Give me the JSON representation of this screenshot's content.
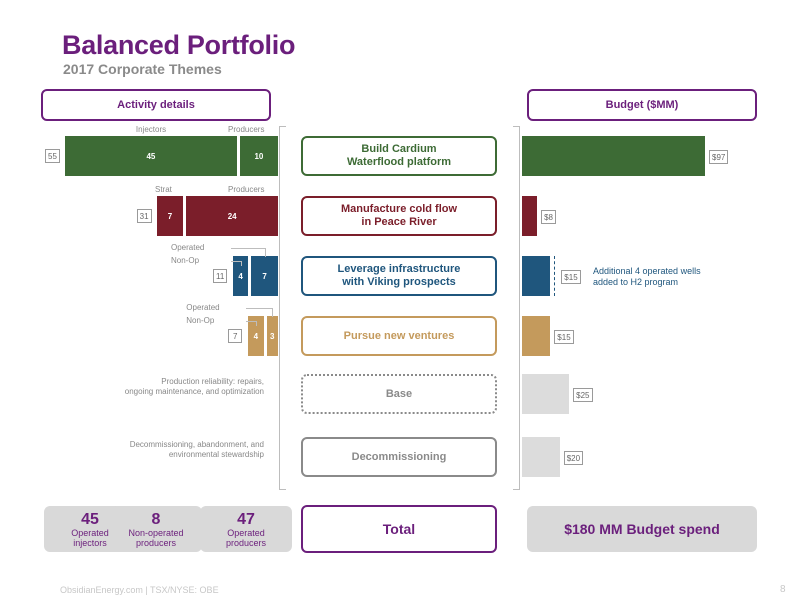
{
  "header": {
    "title": "Balanced Portfolio",
    "subtitle": "2017 Corporate Themes"
  },
  "panels": {
    "activity_label": "Activity details",
    "budget_label": "Budget ($MM)"
  },
  "chart_data": {
    "type": "bar",
    "themes": [
      {
        "name": "Build Cardium\nWaterflood platform",
        "color": "#3d6b35",
        "border_style": "solid",
        "activity": {
          "total": 55,
          "labels": [
            "Injectors",
            "Producers"
          ],
          "segments": [
            45,
            10
          ]
        },
        "budget": 97,
        "budget_label": "$97"
      },
      {
        "name": "Manufacture cold flow\nin Peace River",
        "color": "#7b1e2a",
        "border_style": "solid",
        "activity": {
          "total": 31,
          "labels": [
            "Strat",
            "Producers"
          ],
          "segments": [
            7,
            24
          ]
        },
        "budget": 8,
        "budget_label": "$8"
      },
      {
        "name": "Leverage infrastructure\nwith Viking prospects",
        "color": "#1f567d",
        "border_style": "solid",
        "activity": {
          "total": 11,
          "labels": [
            "Operated",
            "Non-Op"
          ],
          "segments": [
            4,
            7
          ]
        },
        "budget": 15,
        "budget_label": "$15",
        "note": "Additional 4 operated wells\nadded to H2 program"
      },
      {
        "name": "Pursue new ventures",
        "color": "#c49a5c",
        "border_style": "solid",
        "activity": {
          "total": 7,
          "labels": [
            "Operated",
            "Non-Op"
          ],
          "segments": [
            4,
            3
          ]
        },
        "budget": 15,
        "budget_label": "$15"
      },
      {
        "name": "Base",
        "color": "#dcdcdc",
        "text_color": "#8a8a8a",
        "border_color": "#8a8a8a",
        "border_style": "dotted",
        "description": "Production reliability: repairs,\nongoing maintenance, and optimization",
        "budget": 25,
        "budget_label": "$25"
      },
      {
        "name": "Decommissioning",
        "color": "#dcdcdc",
        "text_color": "#8a8a8a",
        "border_color": "#8a8a8a",
        "border_style": "solid",
        "description": "Decommissioning, abandonment, and\nenvironmental stewardship",
        "budget": 20,
        "budget_label": "$20"
      }
    ]
  },
  "stats": [
    {
      "value": "45",
      "label": "Operated\ninjectors"
    },
    {
      "value": "8",
      "label": "Non-operated\nproducers"
    },
    {
      "value": "47",
      "label": "Operated\nproducers"
    }
  ],
  "total": {
    "label": "Total",
    "budget_text": "$180 MM Budget spend"
  },
  "footer": {
    "text": "ObsidianEnergy.com | TSX/NYSE: OBE",
    "page": "8"
  }
}
